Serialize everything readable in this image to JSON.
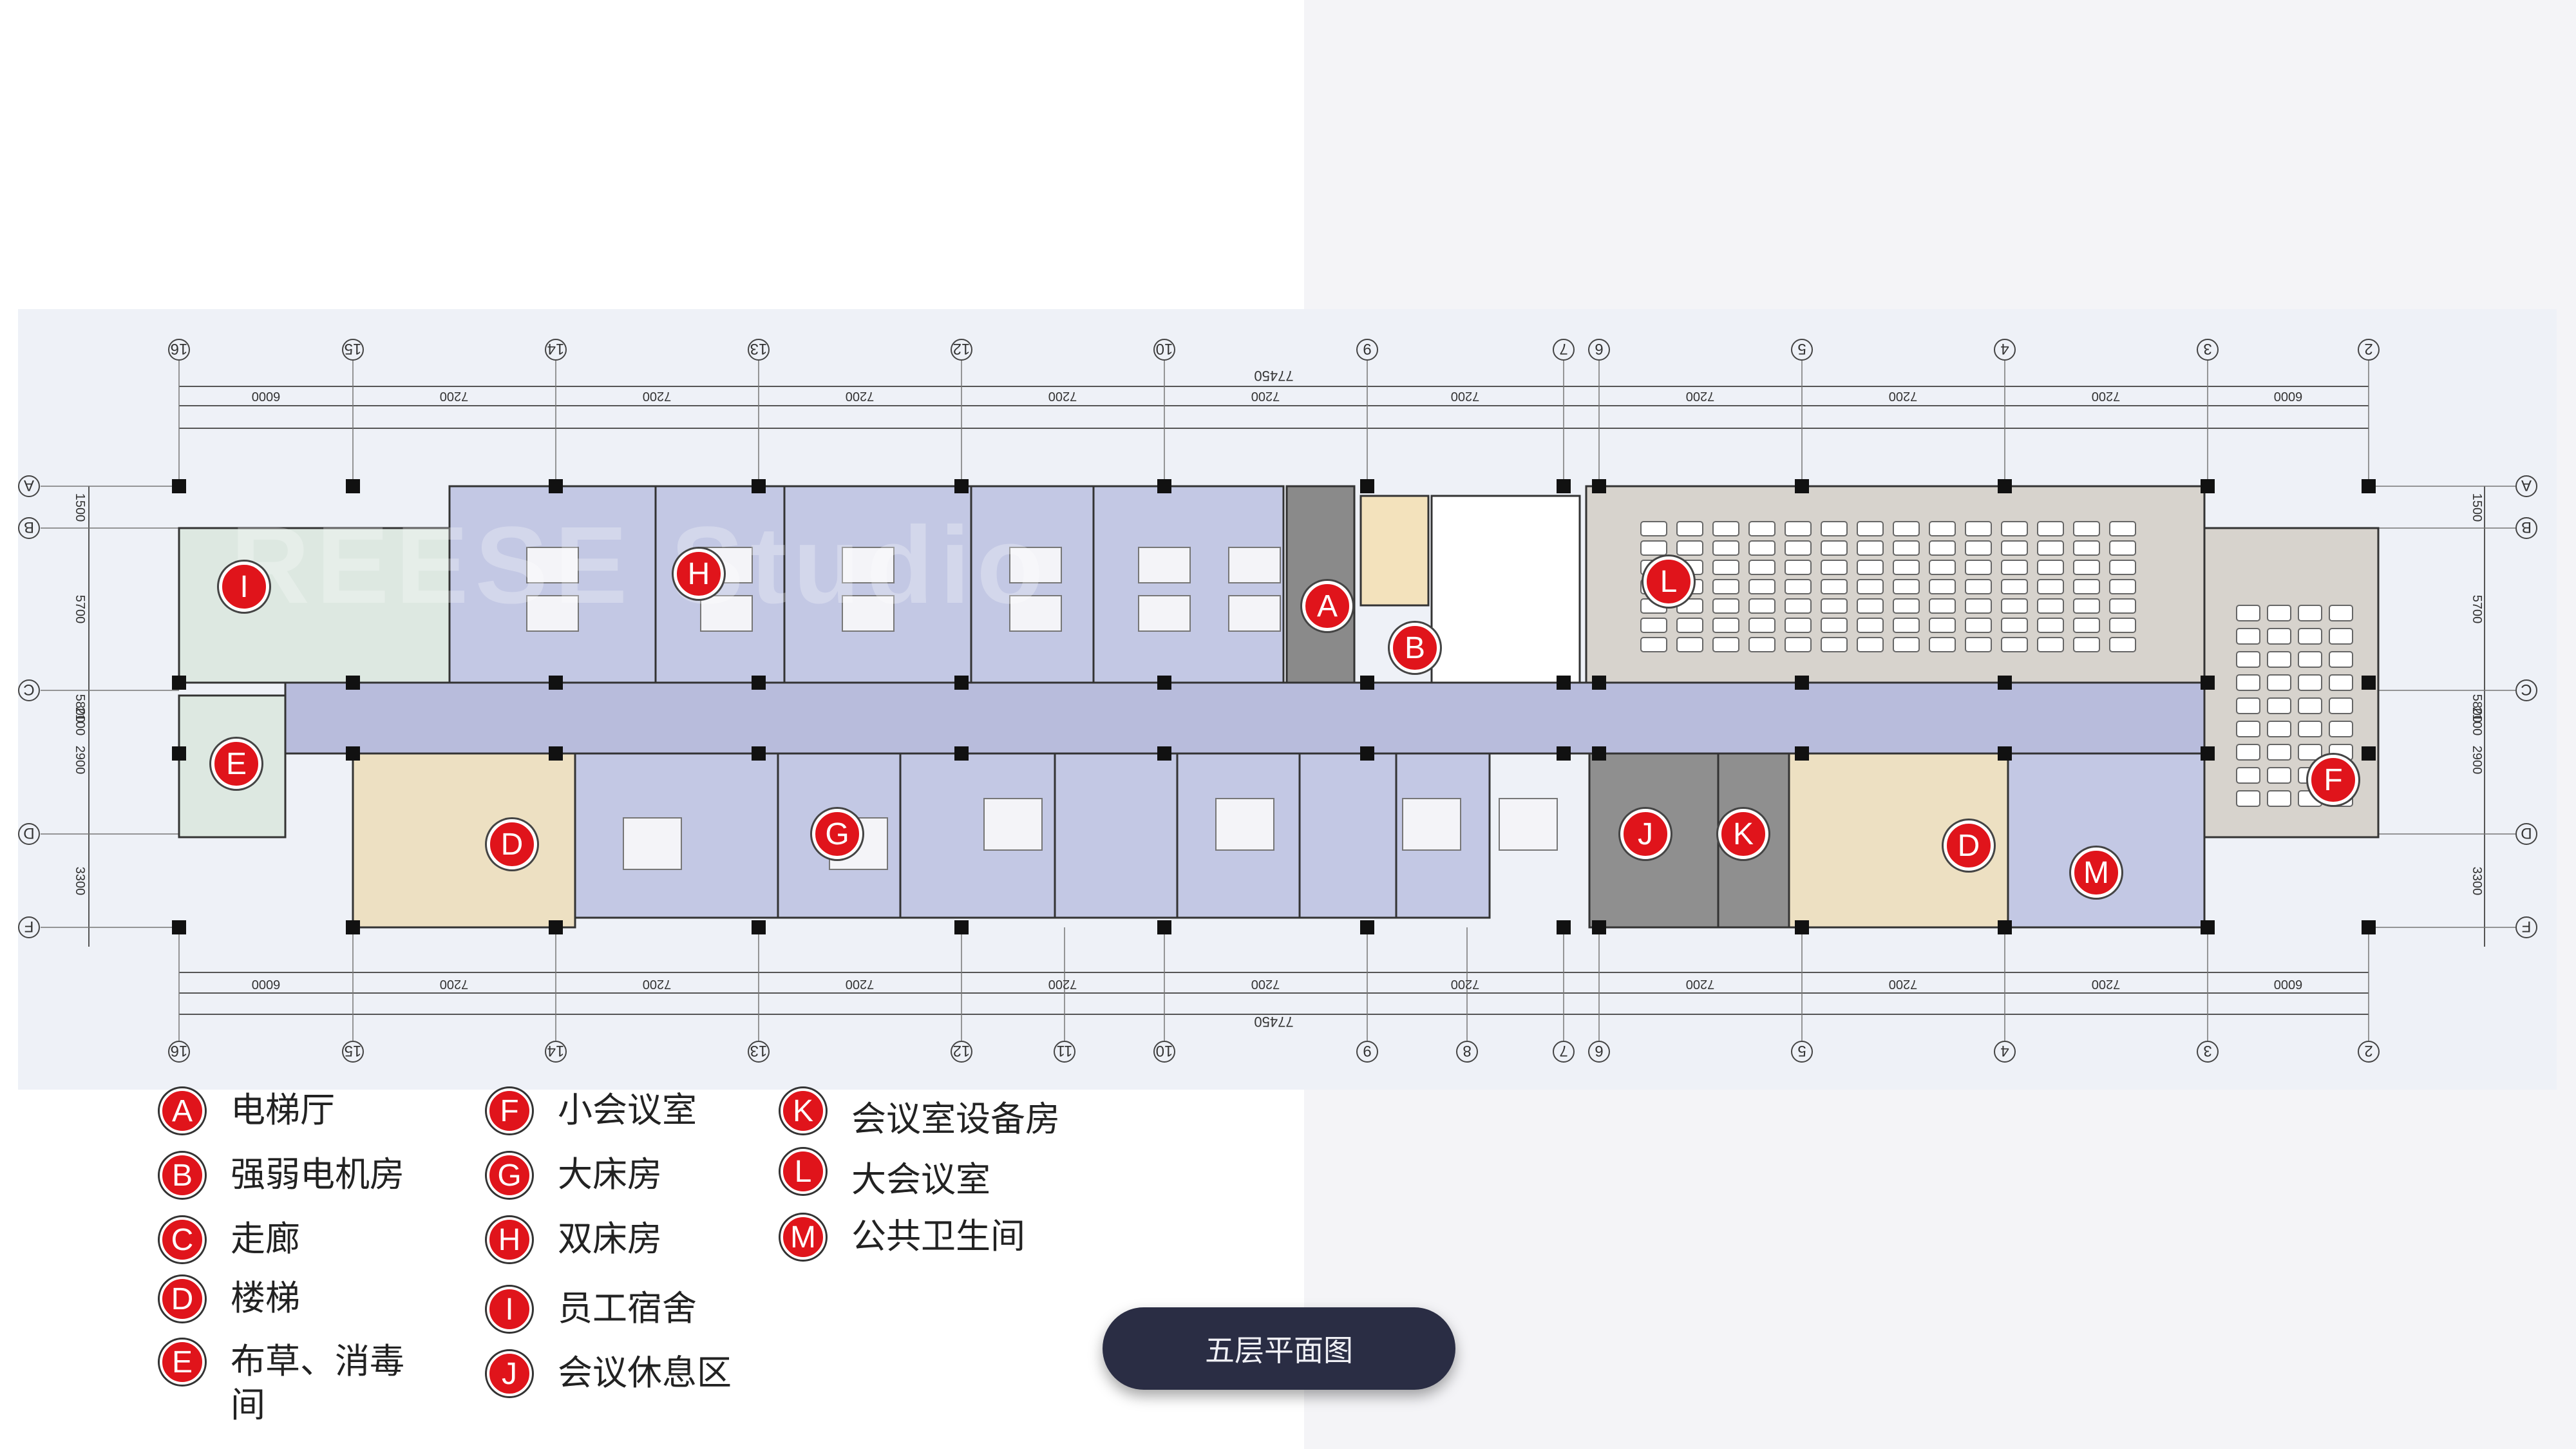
{
  "floor_title": "五层平面图",
  "watermark": "REESE Studio",
  "grid_top": [
    "16",
    "15",
    "14",
    "13",
    "12",
    "10",
    "9",
    "7",
    "6",
    "5",
    "4",
    "3",
    "2"
  ],
  "grid_bottom": [
    "16",
    "15",
    "14",
    "13",
    "12",
    "11",
    "10",
    "9",
    "8",
    "7",
    "6",
    "5",
    "4",
    "3",
    "2"
  ],
  "grid_rows": [
    "A",
    "B",
    "C",
    "D",
    "F"
  ],
  "total_dimension": "77450",
  "bay_dims": [
    "6000",
    "7200",
    "7200",
    "7200",
    "7200",
    "7200",
    "7200",
    "7200",
    "7200",
    "7200",
    "6000"
  ],
  "left_dims": [
    "1500",
    "5700",
    "5800",
    "2100",
    "2900",
    "3300"
  ],
  "markers": [
    {
      "letter": "I"
    },
    {
      "letter": "H"
    },
    {
      "letter": "A"
    },
    {
      "letter": "B"
    },
    {
      "letter": "L"
    },
    {
      "letter": "E"
    },
    {
      "letter": "D"
    },
    {
      "letter": "G"
    },
    {
      "letter": "J"
    },
    {
      "letter": "K"
    },
    {
      "letter": "D"
    },
    {
      "letter": "M"
    },
    {
      "letter": "F"
    }
  ],
  "legend": [
    {
      "letter": "A",
      "label": "电梯厅"
    },
    {
      "letter": "B",
      "label": "强弱电机房"
    },
    {
      "letter": "C",
      "label": "走廊"
    },
    {
      "letter": "D",
      "label": "楼梯"
    },
    {
      "letter": "E",
      "label": "布草、消毒间"
    },
    {
      "letter": "F",
      "label": "小会议室"
    },
    {
      "letter": "G",
      "label": "大床房"
    },
    {
      "letter": "H",
      "label": "双床房"
    },
    {
      "letter": "I",
      "label": "员工宿舍"
    },
    {
      "letter": "J",
      "label": "会议休息区"
    },
    {
      "letter": "K",
      "label": "会议室设备房"
    },
    {
      "letter": "L",
      "label": "大会议室"
    },
    {
      "letter": "M",
      "label": "公共卫生间"
    }
  ],
  "colors": {
    "marker": "#e0141b",
    "dorm": "#dde8e1",
    "room": "#c3c8e4",
    "corridor": "#b8bcdc",
    "stair": "#ede0c2",
    "elevator": "#f3e2bc",
    "hall": "#8a8a8a",
    "conference": "#d7d3cd",
    "rest": "#8f8f8f"
  }
}
